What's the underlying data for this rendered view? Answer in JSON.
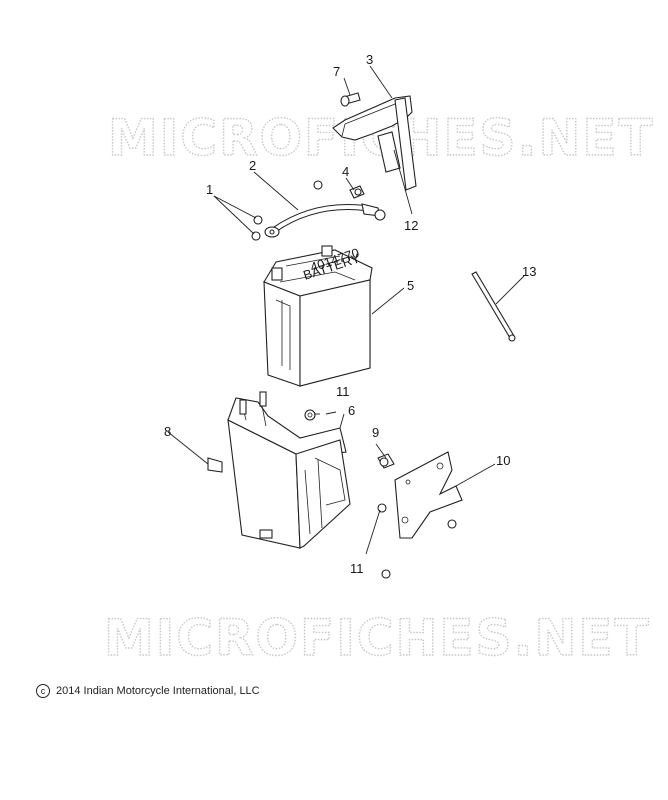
{
  "watermarks": [
    "MICROFICHES.NET",
    "MICROFICHES.NET"
  ],
  "callouts": [
    {
      "id": "1",
      "label": "1"
    },
    {
      "id": "2",
      "label": "2"
    },
    {
      "id": "3",
      "label": "3"
    },
    {
      "id": "4",
      "label": "4"
    },
    {
      "id": "5",
      "label": "5"
    },
    {
      "id": "6",
      "label": "6"
    },
    {
      "id": "7",
      "label": "7"
    },
    {
      "id": "8",
      "label": "8"
    },
    {
      "id": "9",
      "label": "9"
    },
    {
      "id": "10",
      "label": "10"
    },
    {
      "id": "11a",
      "label": "11"
    },
    {
      "id": "11b",
      "label": "11"
    },
    {
      "id": "12",
      "label": "12"
    },
    {
      "id": "13",
      "label": "13"
    }
  ],
  "battery_label": {
    "line1": "BATTERY",
    "line2": "4014770"
  },
  "copyright": {
    "symbol": "c",
    "text": "2014 Indian Motorcycle International, LLC"
  }
}
